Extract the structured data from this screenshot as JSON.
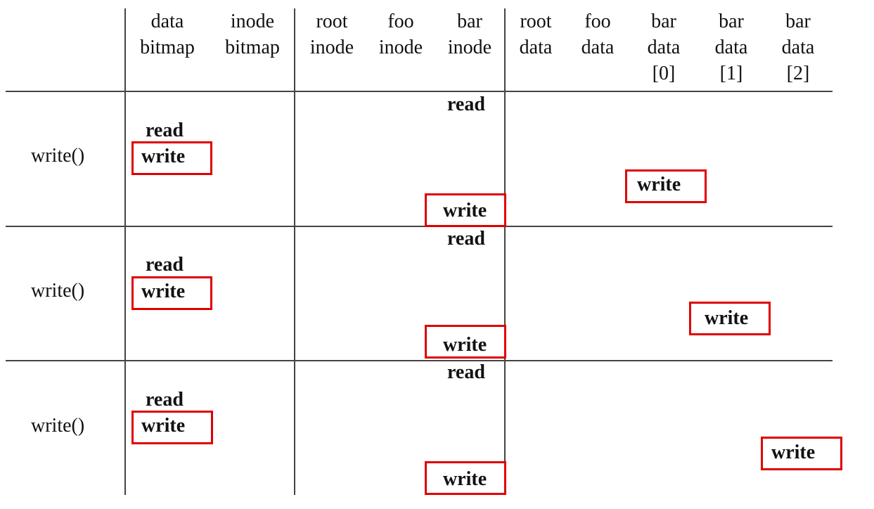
{
  "columns": [
    {
      "id": "data-bitmap",
      "lines": [
        "data",
        "bitmap"
      ]
    },
    {
      "id": "inode-bitmap",
      "lines": [
        "inode",
        "bitmap"
      ]
    },
    {
      "id": "root-inode",
      "lines": [
        "root",
        "inode"
      ]
    },
    {
      "id": "foo-inode",
      "lines": [
        "foo",
        "inode"
      ]
    },
    {
      "id": "bar-inode",
      "lines": [
        "bar",
        "inode"
      ]
    },
    {
      "id": "root-data",
      "lines": [
        "root",
        "data"
      ]
    },
    {
      "id": "foo-data",
      "lines": [
        "foo",
        "data"
      ]
    },
    {
      "id": "bar-data-0",
      "lines": [
        "bar",
        "data",
        "[0]"
      ]
    },
    {
      "id": "bar-data-1",
      "lines": [
        "bar",
        "data",
        "[1]"
      ]
    },
    {
      "id": "bar-data-2",
      "lines": [
        "bar",
        "data",
        "[2]"
      ]
    }
  ],
  "rows": [
    {
      "label": "write()",
      "ops": [
        {
          "column": "bar-inode",
          "text": "read",
          "boxed": false
        },
        {
          "column": "data-bitmap",
          "text": "read",
          "boxed": false
        },
        {
          "column": "data-bitmap",
          "text": "write",
          "boxed": true
        },
        {
          "column": "bar-data-0",
          "text": "write",
          "boxed": true
        },
        {
          "column": "bar-inode",
          "text": "write",
          "boxed": true
        }
      ]
    },
    {
      "label": "write()",
      "ops": [
        {
          "column": "bar-inode",
          "text": "read",
          "boxed": false
        },
        {
          "column": "data-bitmap",
          "text": "read",
          "boxed": false
        },
        {
          "column": "data-bitmap",
          "text": "write",
          "boxed": true
        },
        {
          "column": "bar-data-1",
          "text": "write",
          "boxed": true
        },
        {
          "column": "bar-inode",
          "text": "write",
          "boxed": true
        }
      ]
    },
    {
      "label": "write()",
      "ops": [
        {
          "column": "bar-inode",
          "text": "read",
          "boxed": false
        },
        {
          "column": "data-bitmap",
          "text": "read",
          "boxed": false
        },
        {
          "column": "data-bitmap",
          "text": "write",
          "boxed": true
        },
        {
          "column": "bar-data-2",
          "text": "write",
          "boxed": true
        },
        {
          "column": "bar-inode",
          "text": "write",
          "boxed": true
        }
      ]
    }
  ],
  "colors": {
    "highlight_box": "#e00000",
    "rule": "#444444",
    "text": "#111111"
  }
}
